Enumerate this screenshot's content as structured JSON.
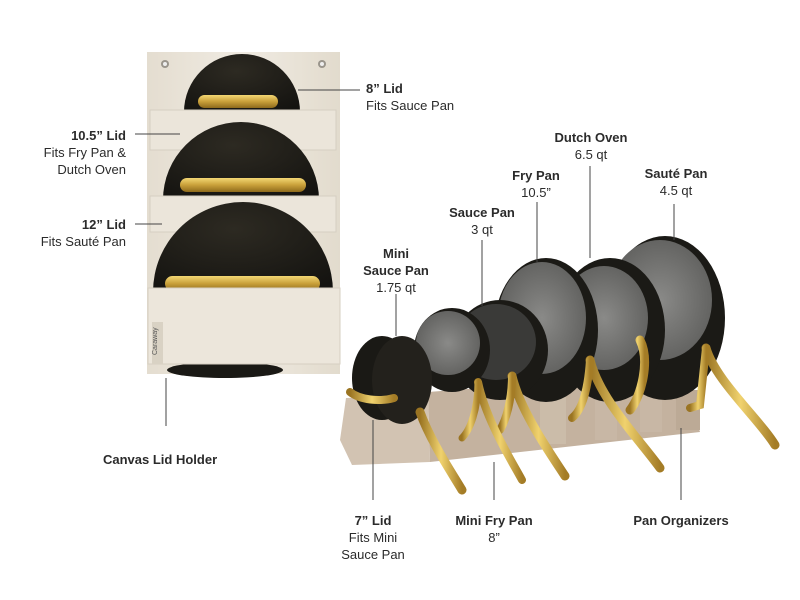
{
  "colors": {
    "pan_body": "#1c1c18",
    "gold": "#c9a03a",
    "canvas": "#ece6db",
    "interior": "#6d6d6d",
    "organizer": "#c8b7a5",
    "leader": "#444444"
  },
  "labels": {
    "lid8": {
      "title": "8” Lid",
      "sub": [
        "Fits Sauce Pan"
      ]
    },
    "lid105": {
      "title": "10.5” Lid",
      "sub": [
        "Fits Fry Pan &",
        "Dutch Oven"
      ]
    },
    "lid12": {
      "title": "12” Lid",
      "sub": [
        "Fits Sauté Pan"
      ]
    },
    "holder": {
      "title": "Canvas Lid Holder",
      "sub": []
    },
    "lid7": {
      "title": "7” Lid",
      "sub": [
        "Fits Mini",
        "Sauce Pan"
      ]
    },
    "mini_sauce": {
      "title": "Mini\nSauce Pan",
      "sub": [
        "1.75 qt"
      ]
    },
    "sauce": {
      "title": "Sauce Pan",
      "sub": [
        "3 qt"
      ]
    },
    "fry": {
      "title": "Fry Pan",
      "sub": [
        "10.5”"
      ]
    },
    "dutch": {
      "title": "Dutch Oven",
      "sub": [
        "6.5 qt"
      ]
    },
    "saute": {
      "title": "Sauté Pan",
      "sub": [
        "4.5 qt"
      ]
    },
    "mini_fry": {
      "title": "Mini Fry Pan",
      "sub": [
        "8”"
      ]
    },
    "organizers": {
      "title": "Pan Organizers",
      "sub": []
    }
  },
  "brand_tag": "Caraway"
}
